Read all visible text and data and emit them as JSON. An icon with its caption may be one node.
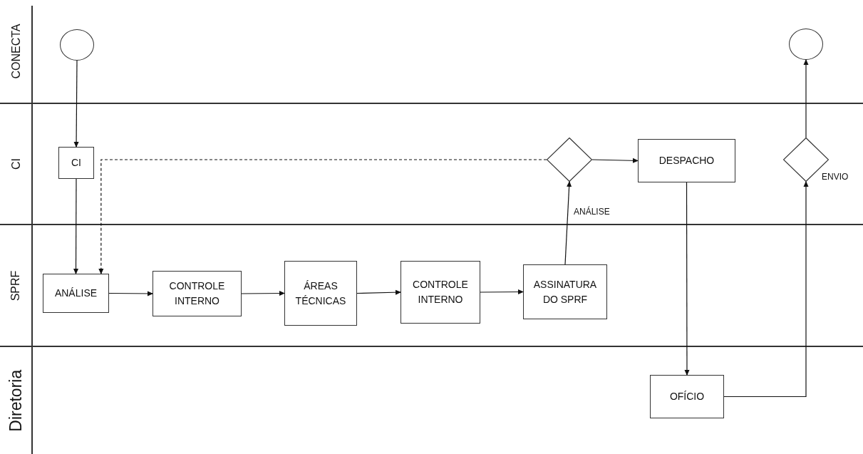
{
  "diagram": {
    "nodes": [
      {
        "text": [
          "CONECTA"
        ]
      },
      {
        "text": [
          "CI"
        ]
      },
      {
        "text": [
          "SPRF"
        ]
      },
      {
        "text": [
          "Diretoria"
        ]
      },
      {
        "text": [],
        "shape": "circle",
        "in": 0
      },
      {
        "text": [],
        "shape": "circle",
        "in": 0
      },
      {
        "text": [
          "CI"
        ],
        "in": 1
      },
      {
        "text": [],
        "shape": "diamond",
        "in": 1
      },
      {
        "text": [
          "DESPACHO"
        ],
        "in": 1
      },
      {
        "text": [],
        "shape": "diamond",
        "in": 1,
        "beside": [
          "ENVIO"
        ]
      },
      {
        "text": [
          "ANÁLISE"
        ],
        "in": 2
      },
      {
        "text": [
          "CONTROLE INTERNO"
        ],
        "in": 2
      },
      {
        "text": [
          "ÁREAS TÉCNICAS"
        ],
        "in": 2
      },
      {
        "text": [
          "CONTROLE INTERNO"
        ],
        "in": 2
      },
      {
        "text": [
          "ASSINATURA DO SPRF"
        ],
        "in": 2
      },
      {
        "text": [
          "OFÍCIO"
        ],
        "in": 3
      }
    ],
    "edges": [
      {
        "from": 4,
        "to": 6,
        "arrow": "to"
      },
      {
        "from": 6,
        "to": 10,
        "arrow": "to"
      },
      {
        "from": 7,
        "to": 10,
        "arrow": "to",
        "style": "dashed"
      },
      {
        "from": 10,
        "to": 11,
        "arrow": "to"
      },
      {
        "from": 11,
        "to": 12,
        "arrow": "to"
      },
      {
        "from": 12,
        "to": 13,
        "arrow": "to"
      },
      {
        "from": 13,
        "to": 14,
        "arrow": "to"
      },
      {
        "from": 14,
        "to": 7,
        "arrow": "to",
        "label": "ANÁLISE"
      },
      {
        "from": 7,
        "to": 8,
        "arrow": "to"
      },
      {
        "from": 8,
        "to": 15,
        "arrow": "to"
      },
      {
        "from": 15,
        "to": 9,
        "arrow": "to"
      },
      {
        "from": 9,
        "to": 5,
        "arrow": "to"
      }
    ]
  }
}
